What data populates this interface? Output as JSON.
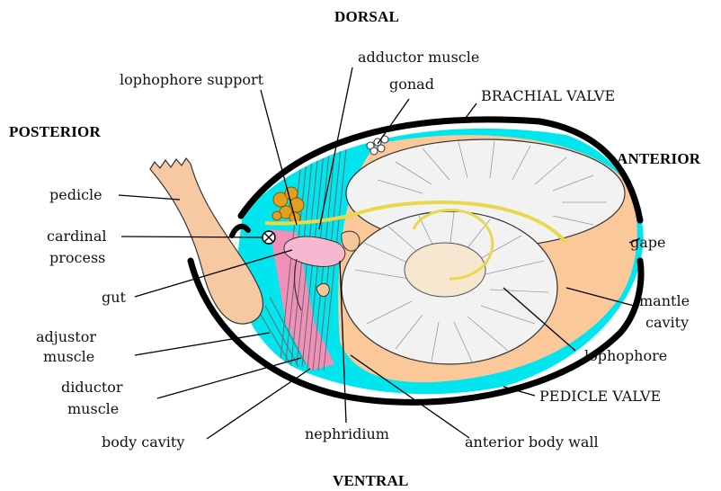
{
  "orientation": {
    "dorsal": "DORSAL",
    "ventral": "VENTRAL",
    "posterior": "POSTERIOR",
    "anterior": "ANTERIOR"
  },
  "labels": {
    "adductor_muscle": "adductor muscle",
    "lophophore_support": "lophophore support",
    "gonad": "gonad",
    "brachial_valve": "BRACHIAL VALVE",
    "pedicle": "pedicle",
    "cardinal_process_line1": "cardinal",
    "cardinal_process_line2": "process",
    "gape": "gape",
    "gut": "gut",
    "mantle_cavity_line1": "mantle",
    "mantle_cavity_line2": "cavity",
    "adjustor_muscle_line1": "adjustor",
    "adjustor_muscle_line2": "muscle",
    "lophophore": "lophophore",
    "diductor_muscle_line1": "diductor",
    "diductor_muscle_line2": "muscle",
    "pedicle_valve": "PEDICLE VALVE",
    "nephridium": "nephridium",
    "body_cavity": "body cavity",
    "anterior_body_wall": "anterior body wall"
  },
  "colors": {
    "shell": "#000000",
    "body_cavity": "#00e5ee",
    "mantle": "#fbc89a",
    "pedicle": "#f7c9a2",
    "lophophore": "#f2f2f2",
    "lophophore_support": "#e8d84a",
    "gonad_eggs": "#e0a020",
    "diductor_muscle": "#f090b8",
    "gut": "#f5b8d0",
    "muscle_fibres": "#777777"
  },
  "icons": [
    "brachiopod-cross-section"
  ]
}
